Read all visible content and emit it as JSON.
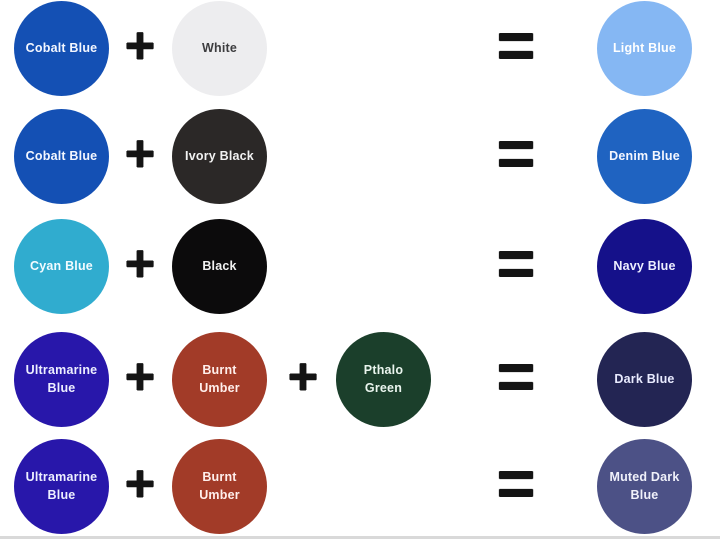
{
  "canvas": {
    "background": "#ffffff"
  },
  "operators": {
    "plus": "+",
    "equals": "="
  },
  "rows": [
    {
      "inputs": [
        {
          "label": "Cobalt Blue",
          "color": "#1450b4",
          "text_color": "#f4f7ff"
        },
        {
          "label": "White",
          "color": "#ededef",
          "text_color": "#3d3d3f"
        }
      ],
      "result": {
        "label": "Light Blue",
        "color": "#85b7f3",
        "text_color": "#ffffff"
      }
    },
    {
      "inputs": [
        {
          "label": "Cobalt Blue",
          "color": "#1450b4",
          "text_color": "#f4f7ff"
        },
        {
          "label": "Ivory Black",
          "color": "#2b2827",
          "text_color": "#f2f2f2"
        }
      ],
      "result": {
        "label": "Denim Blue",
        "color": "#1f63c1",
        "text_color": "#f4f7ff"
      }
    },
    {
      "inputs": [
        {
          "label": "Cyan Blue",
          "color": "#30accf",
          "text_color": "#f2fbff"
        },
        {
          "label": "Black",
          "color": "#0c0b0c",
          "text_color": "#f2f2f2"
        }
      ],
      "result": {
        "label": "Navy Blue",
        "color": "#15118a",
        "text_color": "#edefff"
      }
    },
    {
      "inputs": [
        {
          "label": "Ultramarine\nBlue",
          "color": "#2817aa",
          "text_color": "#edefff"
        },
        {
          "label": "Burnt\nUmber",
          "color": "#a23b28",
          "text_color": "#ffefec"
        },
        {
          "label": "Pthalo\nGreen",
          "color": "#1b3f2b",
          "text_color": "#eaf5ee"
        }
      ],
      "result": {
        "label": "Dark Blue",
        "color": "#232553",
        "text_color": "#e9ebff"
      }
    },
    {
      "inputs": [
        {
          "label": "Ultramarine\nBlue",
          "color": "#2817aa",
          "text_color": "#edefff"
        },
        {
          "label": "Burnt\nUmber",
          "color": "#a23b28",
          "text_color": "#ffefec"
        }
      ],
      "result": {
        "label": "Muted Dark\nBlue",
        "color": "#4c5186",
        "text_color": "#f0f1fa"
      }
    }
  ]
}
